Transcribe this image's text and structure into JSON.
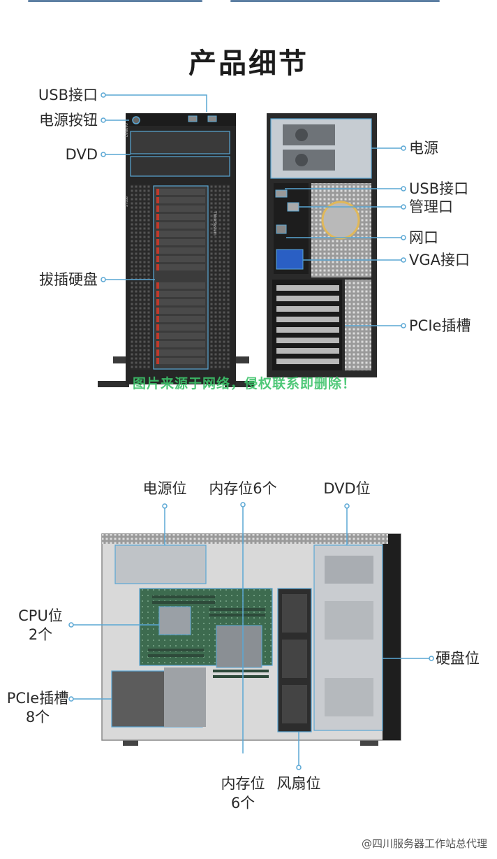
{
  "title": "产品细节",
  "front_view": {
    "labels": [
      "USB接口",
      "电源按钮",
      "DVD",
      "拔插硬盘"
    ],
    "chassis_text": [
      "Lenovo",
      "ST558",
      "ThinkSystem"
    ]
  },
  "rear_view": {
    "labels": [
      "电源",
      "USB接口",
      "管理口",
      "网口",
      "VGA接口",
      "PCIe插槽"
    ]
  },
  "watermark": "图片来源于网络，侵权联系即删除！",
  "interior_view": {
    "top_labels": [
      "电源位",
      "内存位6个",
      "DVD位"
    ],
    "cpu": [
      "CPU位",
      "2个"
    ],
    "pcie": [
      "PCIe插槽",
      "8个"
    ],
    "disk": "硬盘位",
    "bottom_memory": [
      "内存位",
      "6个"
    ],
    "fan": "风扇位"
  },
  "footer": "@四川服务器工作站总代理",
  "colors": {
    "callout": "#5aa7d4",
    "chassis": "#2b2b2b",
    "drive_accent": "#c0392b",
    "vga_blue": "#2a5fc4"
  }
}
